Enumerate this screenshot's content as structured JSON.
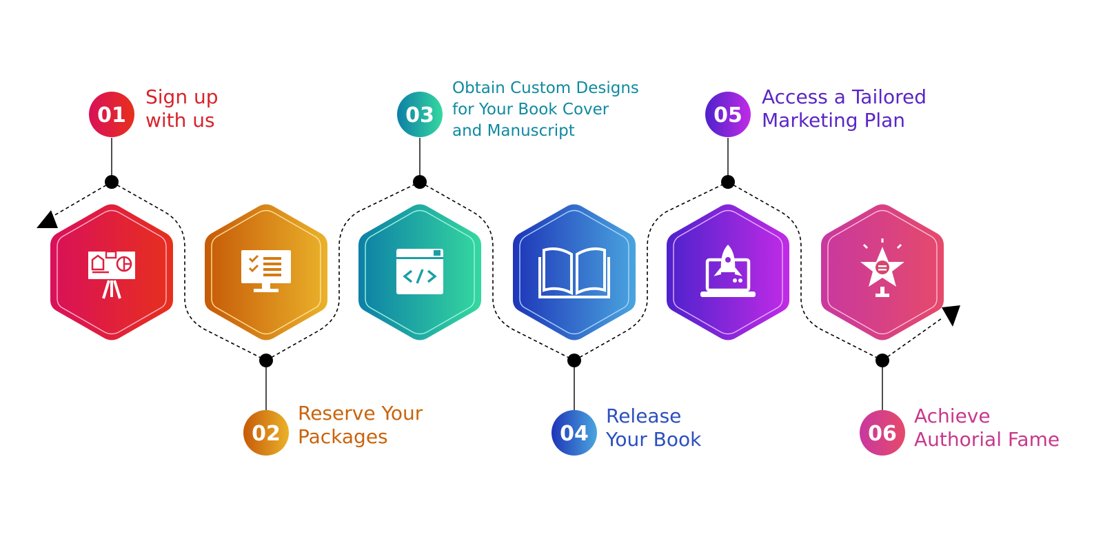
{
  "steps": [
    {
      "number": "01",
      "lines": [
        "Sign up",
        "with us"
      ],
      "icon": "presentation-board-icon",
      "color": "#e12830",
      "gradient": [
        "#d9105a",
        "#e7301c"
      ]
    },
    {
      "number": "02",
      "lines": [
        "Reserve Your",
        "Packages"
      ],
      "icon": "monitor-checklist-icon",
      "color": "#cf6c10",
      "gradient": [
        "#c65a08",
        "#eab22a"
      ]
    },
    {
      "number": "03",
      "lines": [
        "Obtain Custom Designs",
        "for Your Book Cover",
        "and Manuscript"
      ],
      "icon": "code-window-icon",
      "color": "#0f8aa0",
      "gradient": [
        "#0d7fa6",
        "#35d89f"
      ]
    },
    {
      "number": "04",
      "lines": [
        "Release",
        "Your Book"
      ],
      "icon": "open-book-icon",
      "color": "#2b4fbf",
      "gradient": [
        "#1e35b8",
        "#4aa5de"
      ]
    },
    {
      "number": "05",
      "lines": [
        "Access a Tailored",
        "Marketing Plan"
      ],
      "icon": "laptop-rocket-icon",
      "color": "#5a26c6",
      "gradient": [
        "#4d22cc",
        "#c22be6"
      ]
    },
    {
      "number": "06",
      "lines": [
        "Achieve",
        "Authorial Fame"
      ],
      "icon": "star-award-icon",
      "color": "#c8388c",
      "gradient": [
        "#c8389f",
        "#e64a6a"
      ]
    }
  ]
}
